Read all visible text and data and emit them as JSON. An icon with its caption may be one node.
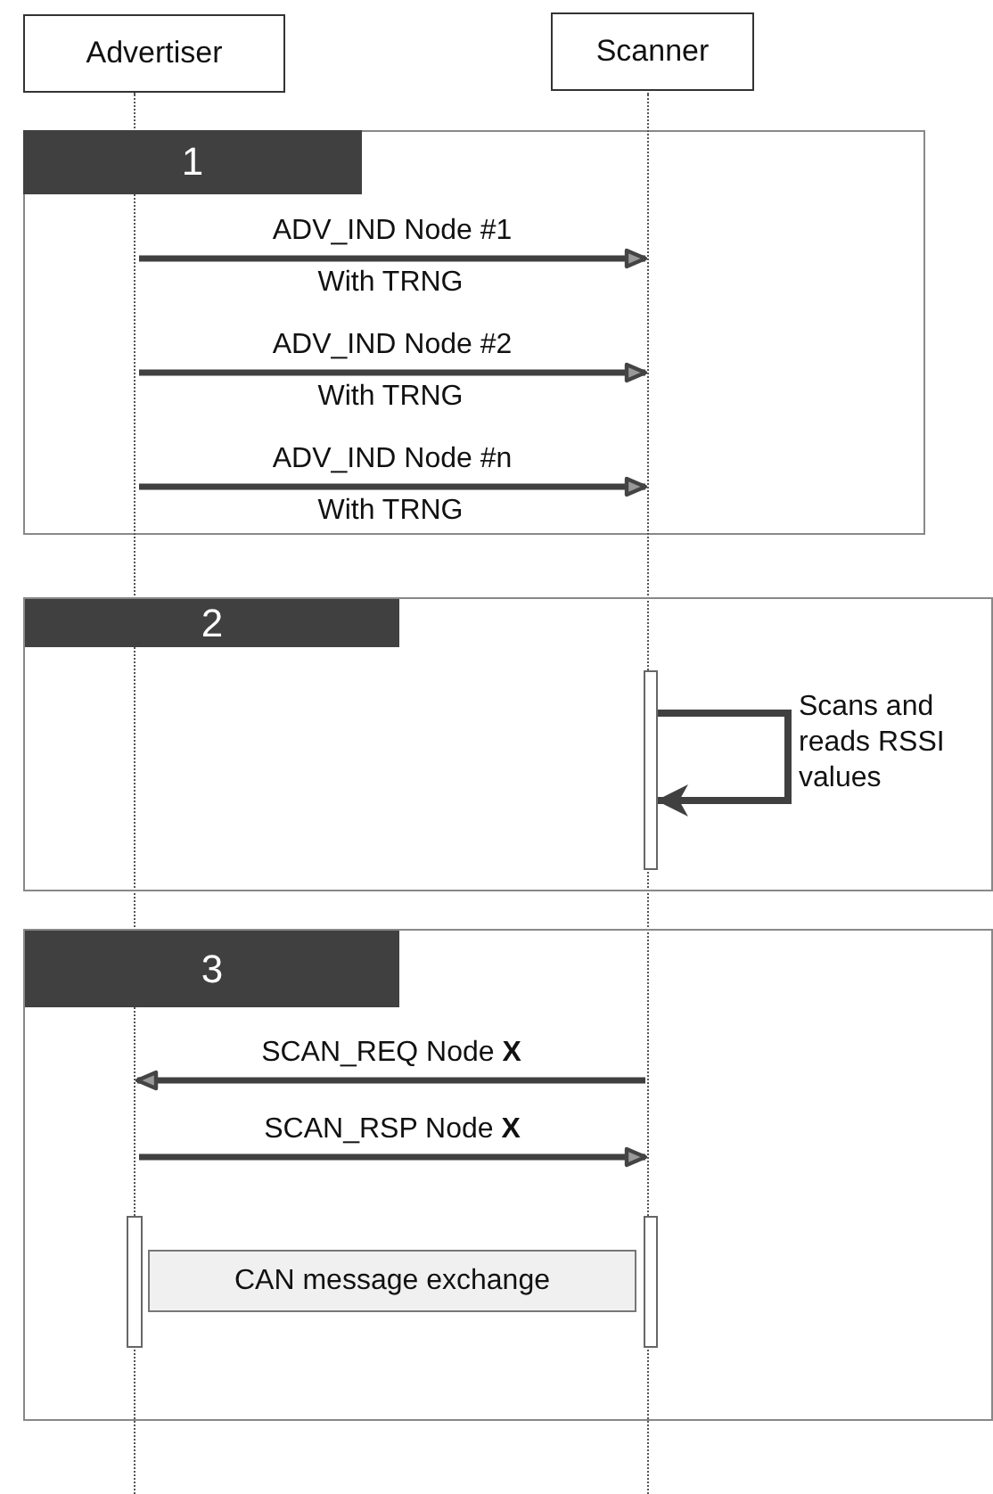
{
  "diagram": {
    "nodes": [
      {
        "text": [
          "Advertiser"
        ]
      },
      {
        "text": [
          "Scanner"
        ]
      },
      {
        "text": [],
        "shape": "line"
      },
      {
        "text": [],
        "shape": "line"
      },
      {
        "text": [
          "1"
        ]
      },
      {
        "text": [
          "2"
        ]
      },
      {
        "text": [],
        "shape": "bar",
        "in": 5
      },
      {
        "text": [
          "3"
        ]
      },
      {
        "text": [],
        "shape": "bar",
        "in": 7
      },
      {
        "text": [
          "CAN message exchange"
        ],
        "in": 7
      },
      {
        "text": [],
        "shape": "bar",
        "in": 7
      }
    ],
    "edges": [
      {
        "from": 2,
        "to": 3,
        "arrow": "to",
        "label": "ADV_IND Node #1"
      },
      {
        "from": 2,
        "to": 3,
        "arrow": "to",
        "label": "ADV_IND Node #2"
      },
      {
        "from": 2,
        "to": 3,
        "arrow": "to",
        "label": "ADV_IND Node #n"
      },
      {
        "from": 6,
        "to": 6,
        "arrow": "to",
        "label": "Scans and reads RSSI values"
      },
      {
        "from": 3,
        "to": 2,
        "arrow": "to",
        "label": "SCAN_REQ Node **X**"
      },
      {
        "from": 2,
        "to": 3,
        "arrow": "to",
        "label": "SCAN_RSP Node **X**"
      }
    ],
    "labels": [
      "With TRNG",
      "With TRNG",
      "With TRNG"
    ]
  }
}
